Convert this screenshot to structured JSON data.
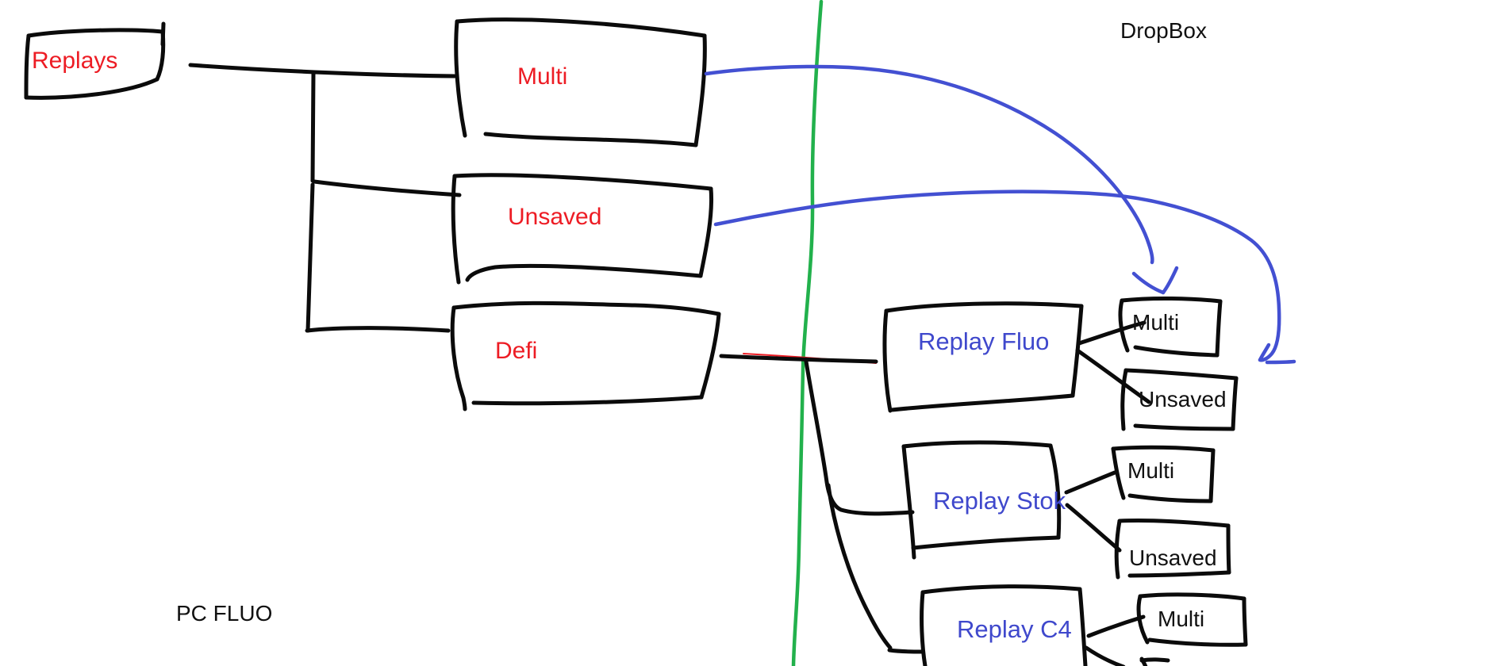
{
  "colors": {
    "red_label": "#ED1C24",
    "blue_label": "#3F48CC",
    "blue_arrow": "#4350D2",
    "green_divider": "#22B14C",
    "black_ink": "#0b0b0b",
    "red_thin_line": "#ED1C24",
    "background": "#FFFFFF"
  },
  "pc_side": {
    "caption": "PC FLUO",
    "root_box": {
      "label": "Replays"
    },
    "folders": [
      {
        "label": "Multi"
      },
      {
        "label": "Unsaved"
      },
      {
        "label": "Defi"
      }
    ]
  },
  "dropbox_side": {
    "caption": "DropBox",
    "groups": [
      {
        "label": "Replay Fluo",
        "children": [
          {
            "label": "Multi"
          },
          {
            "label": "Unsaved"
          }
        ]
      },
      {
        "label": "Replay Stok",
        "children": [
          {
            "label": "Multi"
          },
          {
            "label": "Unsaved"
          }
        ]
      },
      {
        "label": "Replay C4",
        "children": [
          {
            "label": "Multi"
          }
        ]
      }
    ]
  }
}
